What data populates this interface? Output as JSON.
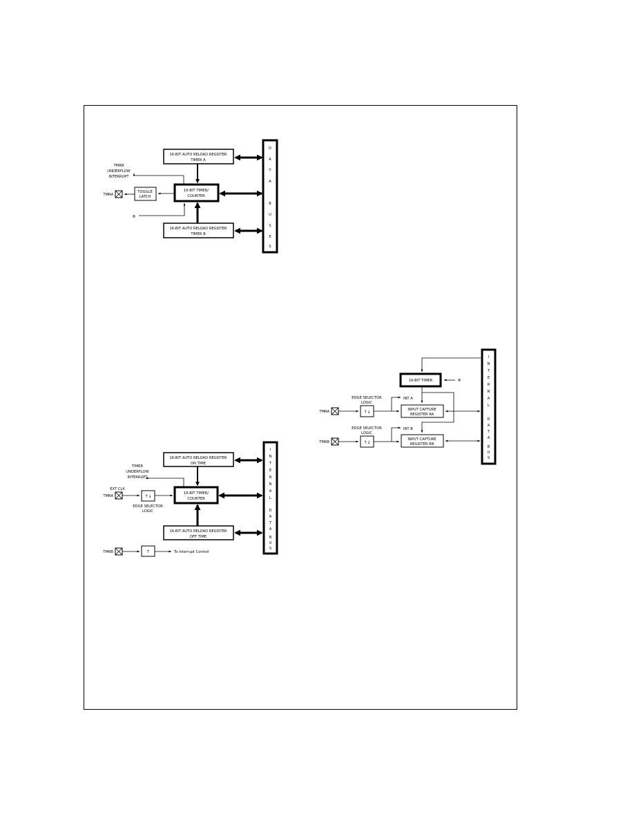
{
  "diagram1": {
    "reload_a": "16-BIT AUTO RELOAD REGISTER",
    "reload_a_sub": "TIMER A",
    "reload_b": "16-BIT AUTO RELOAD REGISTER",
    "reload_b_sub": "TIMER B",
    "counter_l1": "16-BIT TIMER/",
    "counter_l2": "COUNTER",
    "toggle_l1": "TOGGLE",
    "toggle_l2": "LATCH",
    "underflow_l1": "TMRB",
    "underflow_l2": "UNDERFLOW",
    "underflow_l3": "INTERRUPT",
    "pin": "TMRA",
    "clock": "Φ",
    "bus": [
      "D",
      "A",
      "T",
      "A",
      "",
      "B",
      "U",
      "S",
      "E",
      "S"
    ]
  },
  "diagram2": {
    "timer": "16-BIT TIMER",
    "clock": "Φ",
    "edge_a_l1": "EDGE SELECTOR",
    "edge_a_l2": "LOGIC",
    "edge_b_l1": "EDGE SELECTOR",
    "edge_b_l2": "LOGIC",
    "int_a": "INT A",
    "int_b": "INT B",
    "capture_a_l1": "INPUT CAPTURE",
    "capture_a_l2": "REGISTER RA",
    "capture_b_l1": "INPUT CAPTURE",
    "capture_b_l2": "REGISTER RB",
    "pin_a": "TMRA",
    "pin_b": "TMRB",
    "bus": [
      "I",
      "N",
      "T",
      "E",
      "R",
      "N",
      "A",
      "L",
      "",
      "D",
      "A",
      "T",
      "A",
      "",
      "B",
      "U",
      "S"
    ]
  },
  "diagram3": {
    "reload_a": "16-BIT AUTO RELOAD REGISTER",
    "reload_a_sub": "ON TIME",
    "reload_b": "16-BIT AUTO RELOAD REGISTER",
    "reload_b_sub": "OFF TIME",
    "counter_l1": "16-BIT TIMER/",
    "counter_l2": "COUNTER",
    "interrupt_l1": "TIMER",
    "interrupt_l2": "UNDERFLOW",
    "interrupt_l3": "INTERRUPT",
    "ext_l1": "EXT CLK",
    "ext_l2": "TMRA",
    "edge_l1": "EDGE SELECTOR",
    "edge_l2": "LOGIC",
    "pin_b": "TMRB",
    "to_control": "To Interrupt Control",
    "bus": [
      "I",
      "N",
      "T",
      "E",
      "R",
      "N",
      "A",
      "L",
      "",
      "D",
      "A",
      "T",
      "A",
      "",
      "B",
      "U",
      "S"
    ]
  }
}
